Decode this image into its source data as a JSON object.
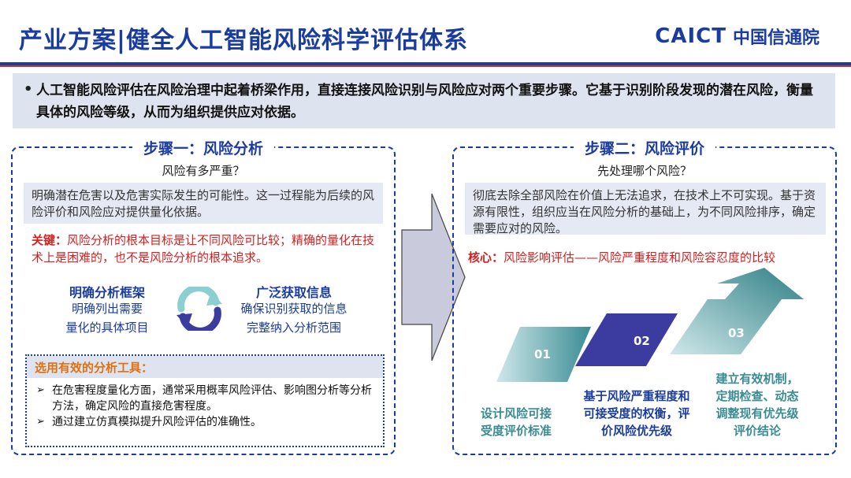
{
  "header": {
    "title": "产业方案|健全人工智能风险科学评估体系",
    "logo_en": "CAICT",
    "logo_cn": "中国信通院"
  },
  "intro": {
    "bullet": "•",
    "text": "人工智能风险评估在风险治理中起着桥梁作用，直接连接风险识别与风险应对两个重要步骤。它基于识别阶段发现的潜在风险，衡量具体的风险等级，从而为组织提供应对依据。"
  },
  "left": {
    "title": "步骤一：风险分析",
    "question": "风险有多严重？",
    "description": "明确潜在危害以及危害实际发生的可能性。这一过程能为后续的风险评价和风险应对提供量化依据。",
    "key_label": "关键：",
    "key_text": "风险分析的根本目标是让不同风险可比较；精确的量化在技术上是困难的，也不是风险分析的根本追求。",
    "framework": {
      "title": "明确分析框架",
      "line1": "明确列出需要",
      "line2": "量化的具体项目"
    },
    "info": {
      "title": "广泛获取信息",
      "line1": "确保识别获取的信息",
      "line2": "完整纳入分析范围"
    },
    "tools": {
      "title": "选用有效的分析工具：",
      "items": [
        "在危害程度量化方面，通常采用概率风险评估、影响图分析等分析方法，确定风险的直接危害程度。",
        "通过建立仿真模拟提升风险评估的准确性。"
      ]
    }
  },
  "right": {
    "title": "步骤二：风险评价",
    "question": "先处理哪个风险？",
    "description": "彻底去除全部风险在价值上无法追求，在技术上不可实现。基于资源有限性，组织应当在风险分析的基础上，为不同风险排序，确定需要应对的风险。",
    "core_label": "核心：",
    "core_text": "风险影响评估——风险严重程度和风险容忍度的比较",
    "steps": [
      {
        "num": "01",
        "label_line1": "设计风险可接",
        "label_line2": "受度评价标准",
        "label_line3": ""
      },
      {
        "num": "02",
        "label_line1": "基于风险严重程度和",
        "label_line2": "可接受度的权衡，评",
        "label_line3": "价风险优先级"
      },
      {
        "num": "03",
        "label_line1": "建立有效机制，",
        "label_line2": "定期检查、动态",
        "label_line3": "调整现有优先级",
        "label_line4": "评价结论"
      }
    ]
  },
  "colors": {
    "brand_blue": "#1a3c9e",
    "accent_red": "#d42020",
    "tool_orange": "#e07010",
    "teal": "#3a8c94",
    "purple": "#3c3ca0"
  }
}
